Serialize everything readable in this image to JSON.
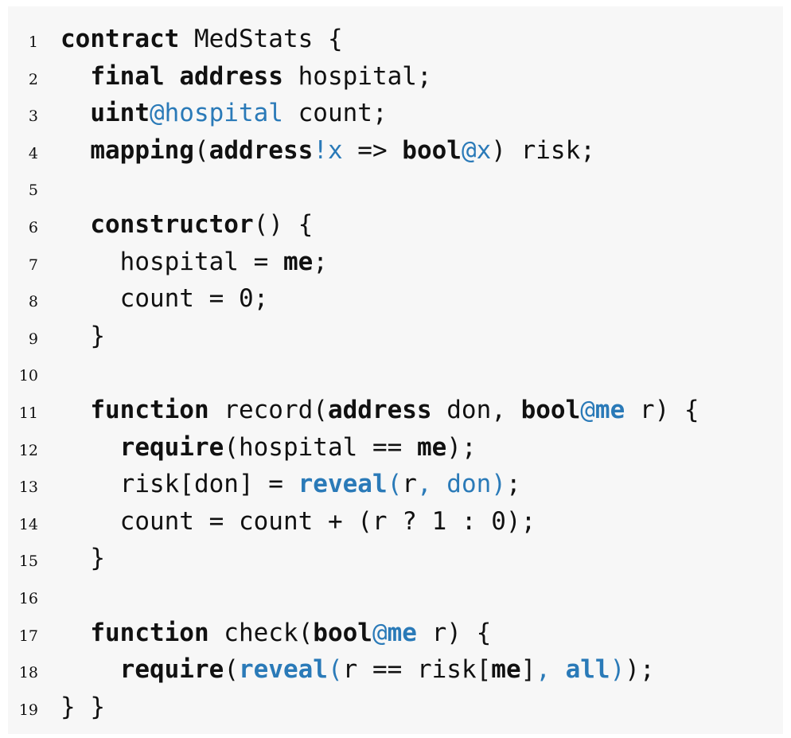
{
  "code": {
    "language_colors": {
      "text": "#111111",
      "annotation": "#2a7ab8",
      "background": "#f7f7f7"
    },
    "lines": [
      {
        "n": "1",
        "tokens": [
          {
            "t": "contract",
            "c": "kw"
          },
          {
            "t": " MedStats {",
            "c": ""
          }
        ]
      },
      {
        "n": "2",
        "tokens": [
          {
            "t": "  ",
            "c": ""
          },
          {
            "t": "final",
            "c": "kw"
          },
          {
            "t": " ",
            "c": ""
          },
          {
            "t": "address",
            "c": "kw"
          },
          {
            "t": " hospital;",
            "c": ""
          }
        ]
      },
      {
        "n": "3",
        "tokens": [
          {
            "t": "  ",
            "c": ""
          },
          {
            "t": "uint",
            "c": "kw"
          },
          {
            "t": "@hospital",
            "c": "an"
          },
          {
            "t": " count;",
            "c": ""
          }
        ]
      },
      {
        "n": "4",
        "tokens": [
          {
            "t": "  ",
            "c": ""
          },
          {
            "t": "mapping",
            "c": "kw"
          },
          {
            "t": "(",
            "c": ""
          },
          {
            "t": "address",
            "c": "kw"
          },
          {
            "t": "!x",
            "c": "an"
          },
          {
            "t": " => ",
            "c": ""
          },
          {
            "t": "bool",
            "c": "kw"
          },
          {
            "t": "@x",
            "c": "an"
          },
          {
            "t": ") risk;",
            "c": ""
          }
        ]
      },
      {
        "n": "5",
        "tokens": []
      },
      {
        "n": "6",
        "tokens": [
          {
            "t": "  ",
            "c": ""
          },
          {
            "t": "constructor",
            "c": "kw"
          },
          {
            "t": "() {",
            "c": ""
          }
        ]
      },
      {
        "n": "7",
        "tokens": [
          {
            "t": "    hospital = ",
            "c": ""
          },
          {
            "t": "me",
            "c": "kw"
          },
          {
            "t": ";",
            "c": ""
          }
        ]
      },
      {
        "n": "8",
        "tokens": [
          {
            "t": "    count = 0;",
            "c": ""
          }
        ]
      },
      {
        "n": "9",
        "tokens": [
          {
            "t": "  }",
            "c": ""
          }
        ]
      },
      {
        "n": "10",
        "tokens": []
      },
      {
        "n": "11",
        "tokens": [
          {
            "t": "  ",
            "c": ""
          },
          {
            "t": "function",
            "c": "kw"
          },
          {
            "t": " record(",
            "c": ""
          },
          {
            "t": "address",
            "c": "kw"
          },
          {
            "t": " don, ",
            "c": ""
          },
          {
            "t": "bool",
            "c": "kw"
          },
          {
            "t": "@",
            "c": "an"
          },
          {
            "t": "me",
            "c": "ak"
          },
          {
            "t": " r) {",
            "c": ""
          }
        ]
      },
      {
        "n": "12",
        "tokens": [
          {
            "t": "    ",
            "c": ""
          },
          {
            "t": "require",
            "c": "kw"
          },
          {
            "t": "(hospital == ",
            "c": ""
          },
          {
            "t": "me",
            "c": "kw"
          },
          {
            "t": ");",
            "c": ""
          }
        ]
      },
      {
        "n": "13",
        "tokens": [
          {
            "t": "    risk[don] = ",
            "c": ""
          },
          {
            "t": "reveal",
            "c": "ak"
          },
          {
            "t": "(",
            "c": "an"
          },
          {
            "t": "r",
            "c": ""
          },
          {
            "t": ", don)",
            "c": "an"
          },
          {
            "t": ";",
            "c": ""
          }
        ]
      },
      {
        "n": "14",
        "tokens": [
          {
            "t": "    count = count + (r ? 1 : 0);",
            "c": ""
          }
        ]
      },
      {
        "n": "15",
        "tokens": [
          {
            "t": "  }",
            "c": ""
          }
        ]
      },
      {
        "n": "16",
        "tokens": []
      },
      {
        "n": "17",
        "tokens": [
          {
            "t": "  ",
            "c": ""
          },
          {
            "t": "function",
            "c": "kw"
          },
          {
            "t": " check(",
            "c": ""
          },
          {
            "t": "bool",
            "c": "kw"
          },
          {
            "t": "@",
            "c": "an"
          },
          {
            "t": "me",
            "c": "ak"
          },
          {
            "t": " r) {",
            "c": ""
          }
        ]
      },
      {
        "n": "18",
        "tokens": [
          {
            "t": "    ",
            "c": ""
          },
          {
            "t": "require",
            "c": "kw"
          },
          {
            "t": "(",
            "c": ""
          },
          {
            "t": "reveal",
            "c": "ak"
          },
          {
            "t": "(",
            "c": "an"
          },
          {
            "t": "r == risk[",
            "c": ""
          },
          {
            "t": "me",
            "c": "kw"
          },
          {
            "t": "]",
            "c": ""
          },
          {
            "t": ", ",
            "c": "an"
          },
          {
            "t": "all",
            "c": "ak"
          },
          {
            "t": ")",
            "c": "an"
          },
          {
            "t": ");",
            "c": ""
          }
        ]
      },
      {
        "n": "19",
        "tokens": [
          {
            "t": "} }",
            "c": ""
          }
        ]
      }
    ]
  }
}
